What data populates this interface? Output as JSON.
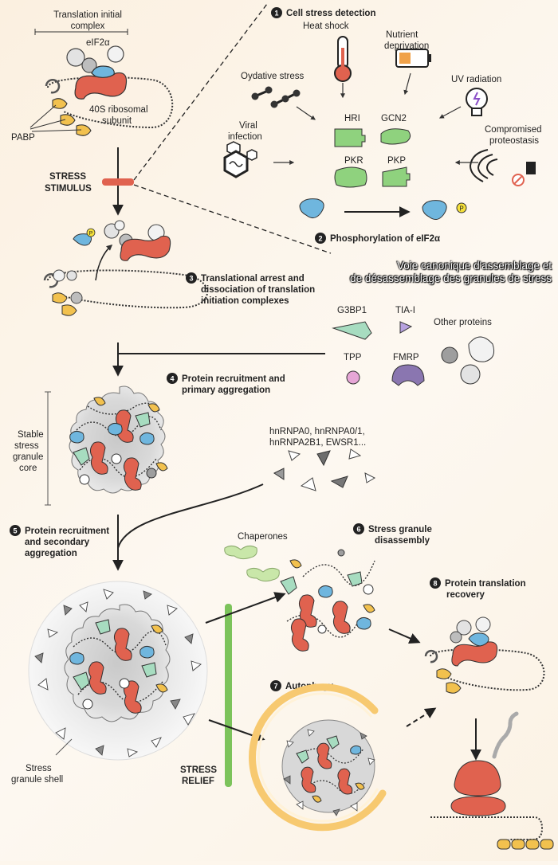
{
  "overlay": {
    "line1": "Voie canonique d'assemblage et",
    "line2": "de désassemblage des granules de stress"
  },
  "labels": {
    "translation_initial_complex_1": "Translation initial",
    "translation_initial_complex_2": "complex",
    "eif2a": "eIF2α",
    "ribosomal_1": "40S ribosomal",
    "ribosomal_2": "subunit",
    "pabp": "PABP",
    "stress_stimulus_1": "STRESS",
    "stress_stimulus_2": "STIMULUS",
    "heat_shock": "Heat shock",
    "nutrient_1": "Nutrient",
    "nutrient_2": "deprivation",
    "oxidative_stress": "Oydative stress",
    "uv_radiation": "UV radiation",
    "viral_1": "Viral",
    "viral_2": "infection",
    "proteostasis_1": "Compromised",
    "proteostasis_2": "proteostasis",
    "hri": "HRI",
    "gcn2": "GCN2",
    "pkr": "PKR",
    "pkp": "PKP",
    "g3bp1": "G3BP1",
    "tia1": "TIA-I",
    "other_proteins": "Other proteins",
    "tpp": "TPP",
    "fmrp": "FMRP",
    "stable_core_1": "Stable",
    "stable_core_2": "stress",
    "stable_core_3": "granule",
    "stable_core_4": "core",
    "hnrnp_1": "hnRNPA0, hnRNPA0/1,",
    "hnrnp_2": "hnRNPA2B1, EWSR1...",
    "chaperones": "Chaperones",
    "shell_1": "Stress",
    "shell_2": "granule shell",
    "stress_relief_1": "STRESS",
    "stress_relief_2": "RELIEF",
    "phospho_p": "P"
  },
  "steps": [
    {
      "num": "1",
      "line1": "Cell stress detection",
      "line2": ""
    },
    {
      "num": "2",
      "line1": "Phosphorylation of eIF2α",
      "line2": ""
    },
    {
      "num": "3",
      "line1": "Translational arrest and",
      "line2": "dissociation of translation",
      "line3": "initiation complexes"
    },
    {
      "num": "4",
      "line1": "Protein recruitment and",
      "line2": "primary aggregation"
    },
    {
      "num": "5",
      "line1": "Protein recruitment",
      "line2": "and secondary",
      "line3": "aggregation"
    },
    {
      "num": "6",
      "line1": "Stress granule",
      "line2": "disassembly"
    },
    {
      "num": "7",
      "line1": "Autophagy",
      "line2": ""
    },
    {
      "num": "8",
      "line1": "Protein translation",
      "line2": "recovery"
    }
  ],
  "colors": {
    "kinase_green": "#8fd27e",
    "eif2a_blue": "#6fb6de",
    "ribosome_red": "#e0624f",
    "pabp_yellow": "#f2c14e",
    "g3bp1_teal": "#a7dcc0",
    "tia1_purple": "#b7a2df",
    "tpp_pink": "#e6a6d6",
    "fmrp_violet": "#8a76b0",
    "relief_green": "#7cc35b",
    "autophagy_ring": "#f7c970"
  }
}
